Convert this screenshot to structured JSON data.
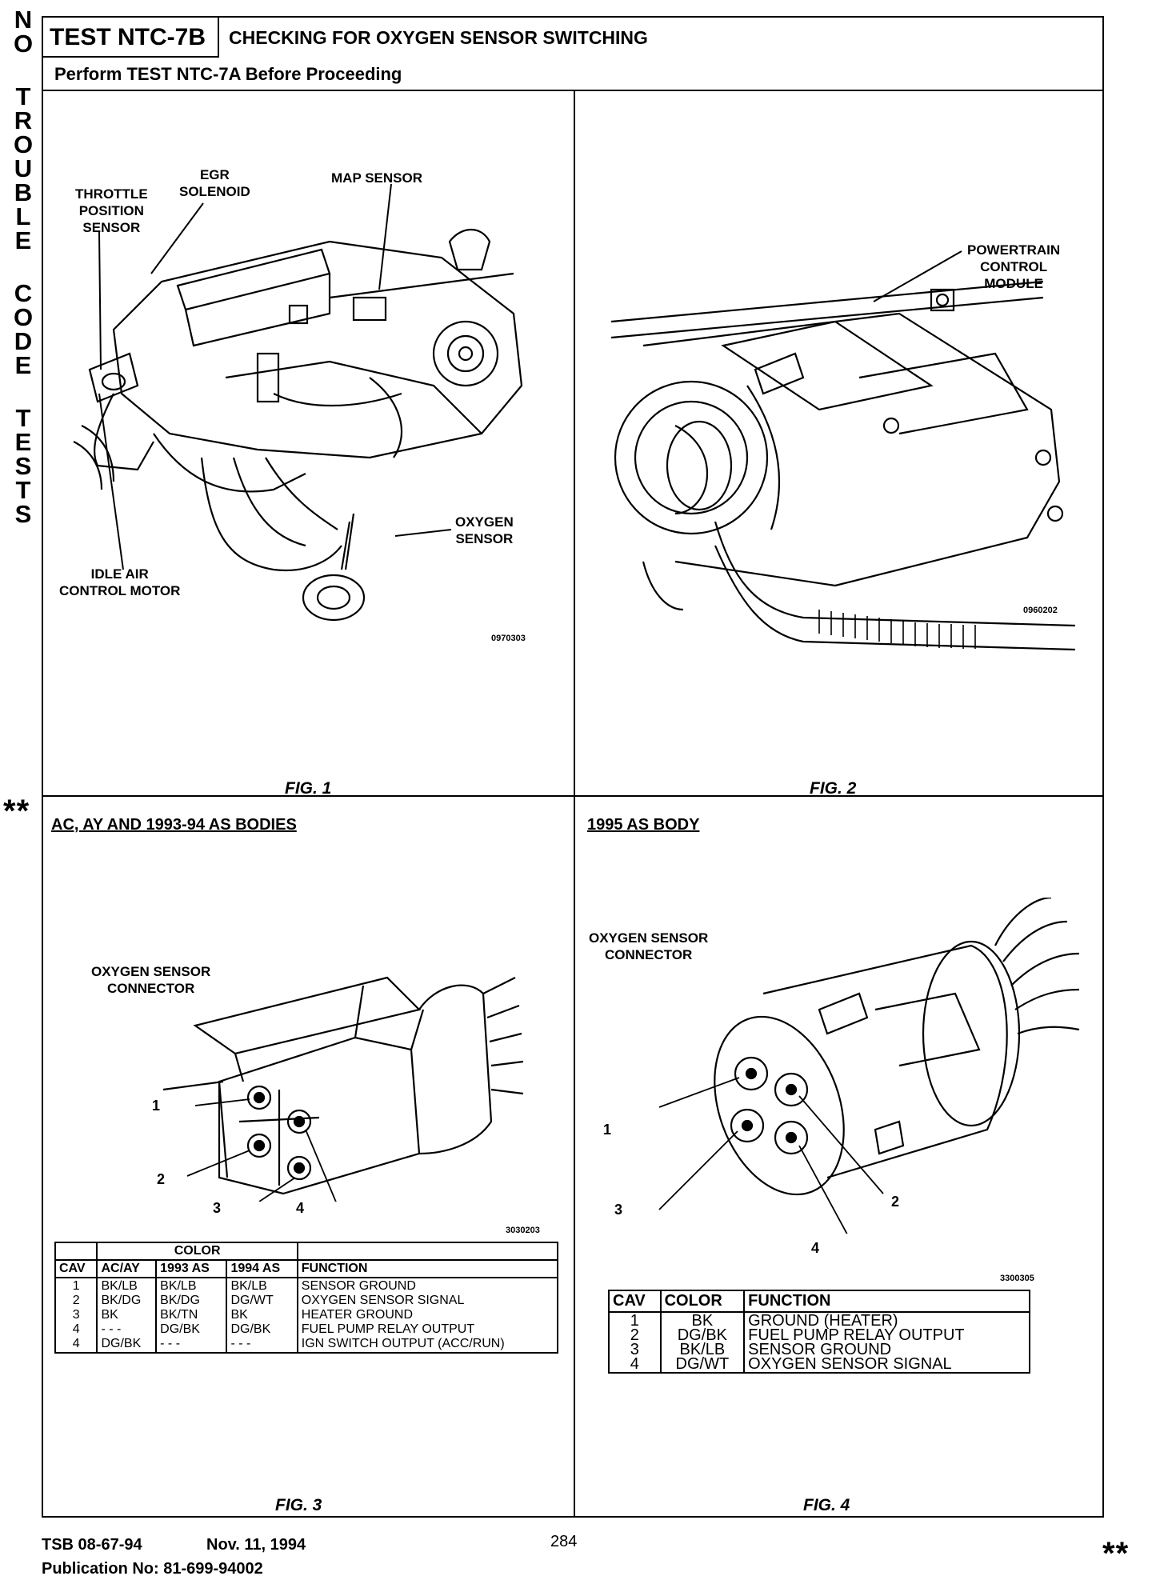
{
  "side_tab": [
    "N",
    "O",
    "T",
    "R",
    "O",
    "U",
    "B",
    "L",
    "E",
    "C",
    "O",
    "D",
    "E",
    "T",
    "E",
    "S",
    "T",
    "S"
  ],
  "stars": "**",
  "header": {
    "test_id": "TEST NTC-7B",
    "title": "CHECKING FOR OXYGEN SENSOR SWITCHING",
    "prerequisite": "Perform TEST NTC-7A Before Proceeding"
  },
  "fig1": {
    "label": "FIG. 1",
    "callouts": {
      "tps": [
        "THROTTLE",
        "POSITION",
        "SENSOR"
      ],
      "egr": [
        "EGR",
        "SOLENOID"
      ],
      "map": "MAP SENSOR",
      "o2": [
        "OXYGEN",
        "SENSOR"
      ],
      "iac": [
        "IDLE AIR",
        "CONTROL MOTOR"
      ]
    },
    "part_no": "0970303"
  },
  "fig2": {
    "label": "FIG. 2",
    "callouts": {
      "pcm": [
        "POWERTRAIN",
        "CONTROL",
        "MODULE"
      ]
    },
    "part_no": "0960202"
  },
  "fig3": {
    "section_title": "AC, AY AND 1993-94 AS BODIES",
    "label": "FIG. 3",
    "connector_label": [
      "OXYGEN SENSOR",
      "CONNECTOR"
    ],
    "pins": [
      "1",
      "2",
      "3",
      "4"
    ],
    "part_no": "3030203",
    "table": {
      "group_header": "COLOR",
      "headers": [
        "CAV",
        "AC/AY",
        "1993 AS",
        "1994 AS",
        "FUNCTION"
      ],
      "rows": [
        [
          "1",
          "BK/LB",
          "BK/LB",
          "BK/LB",
          "SENSOR GROUND"
        ],
        [
          "2",
          "BK/DG",
          "BK/DG",
          "DG/WT",
          "OXYGEN SENSOR SIGNAL"
        ],
        [
          "3",
          "BK",
          "BK/TN",
          "BK",
          "HEATER GROUND"
        ],
        [
          "4",
          "- - -",
          "DG/BK",
          "DG/BK",
          "FUEL PUMP RELAY OUTPUT"
        ],
        [
          "4",
          "DG/BK",
          "- - -",
          "- - -",
          "IGN SWITCH OUTPUT (ACC/RUN)"
        ]
      ]
    }
  },
  "fig4": {
    "section_title": "1995 AS BODY",
    "label": "FIG. 4",
    "connector_label": [
      "OXYGEN SENSOR",
      "CONNECTOR"
    ],
    "pins": [
      "1",
      "2",
      "3",
      "4"
    ],
    "part_no": "3300305",
    "table": {
      "headers": [
        "CAV",
        "COLOR",
        "FUNCTION"
      ],
      "rows": [
        [
          "1",
          "BK",
          "GROUND (HEATER)"
        ],
        [
          "2",
          "DG/BK",
          "FUEL PUMP RELAY OUTPUT"
        ],
        [
          "3",
          "BK/LB",
          "SENSOR GROUND"
        ],
        [
          "4",
          "DG/WT",
          "OXYGEN SENSOR SIGNAL"
        ]
      ]
    }
  },
  "footer": {
    "tsb": "TSB 08-67-94",
    "date": "Nov. 11, 1994",
    "page": "284",
    "publication": "Publication No:  81-699-94002"
  }
}
